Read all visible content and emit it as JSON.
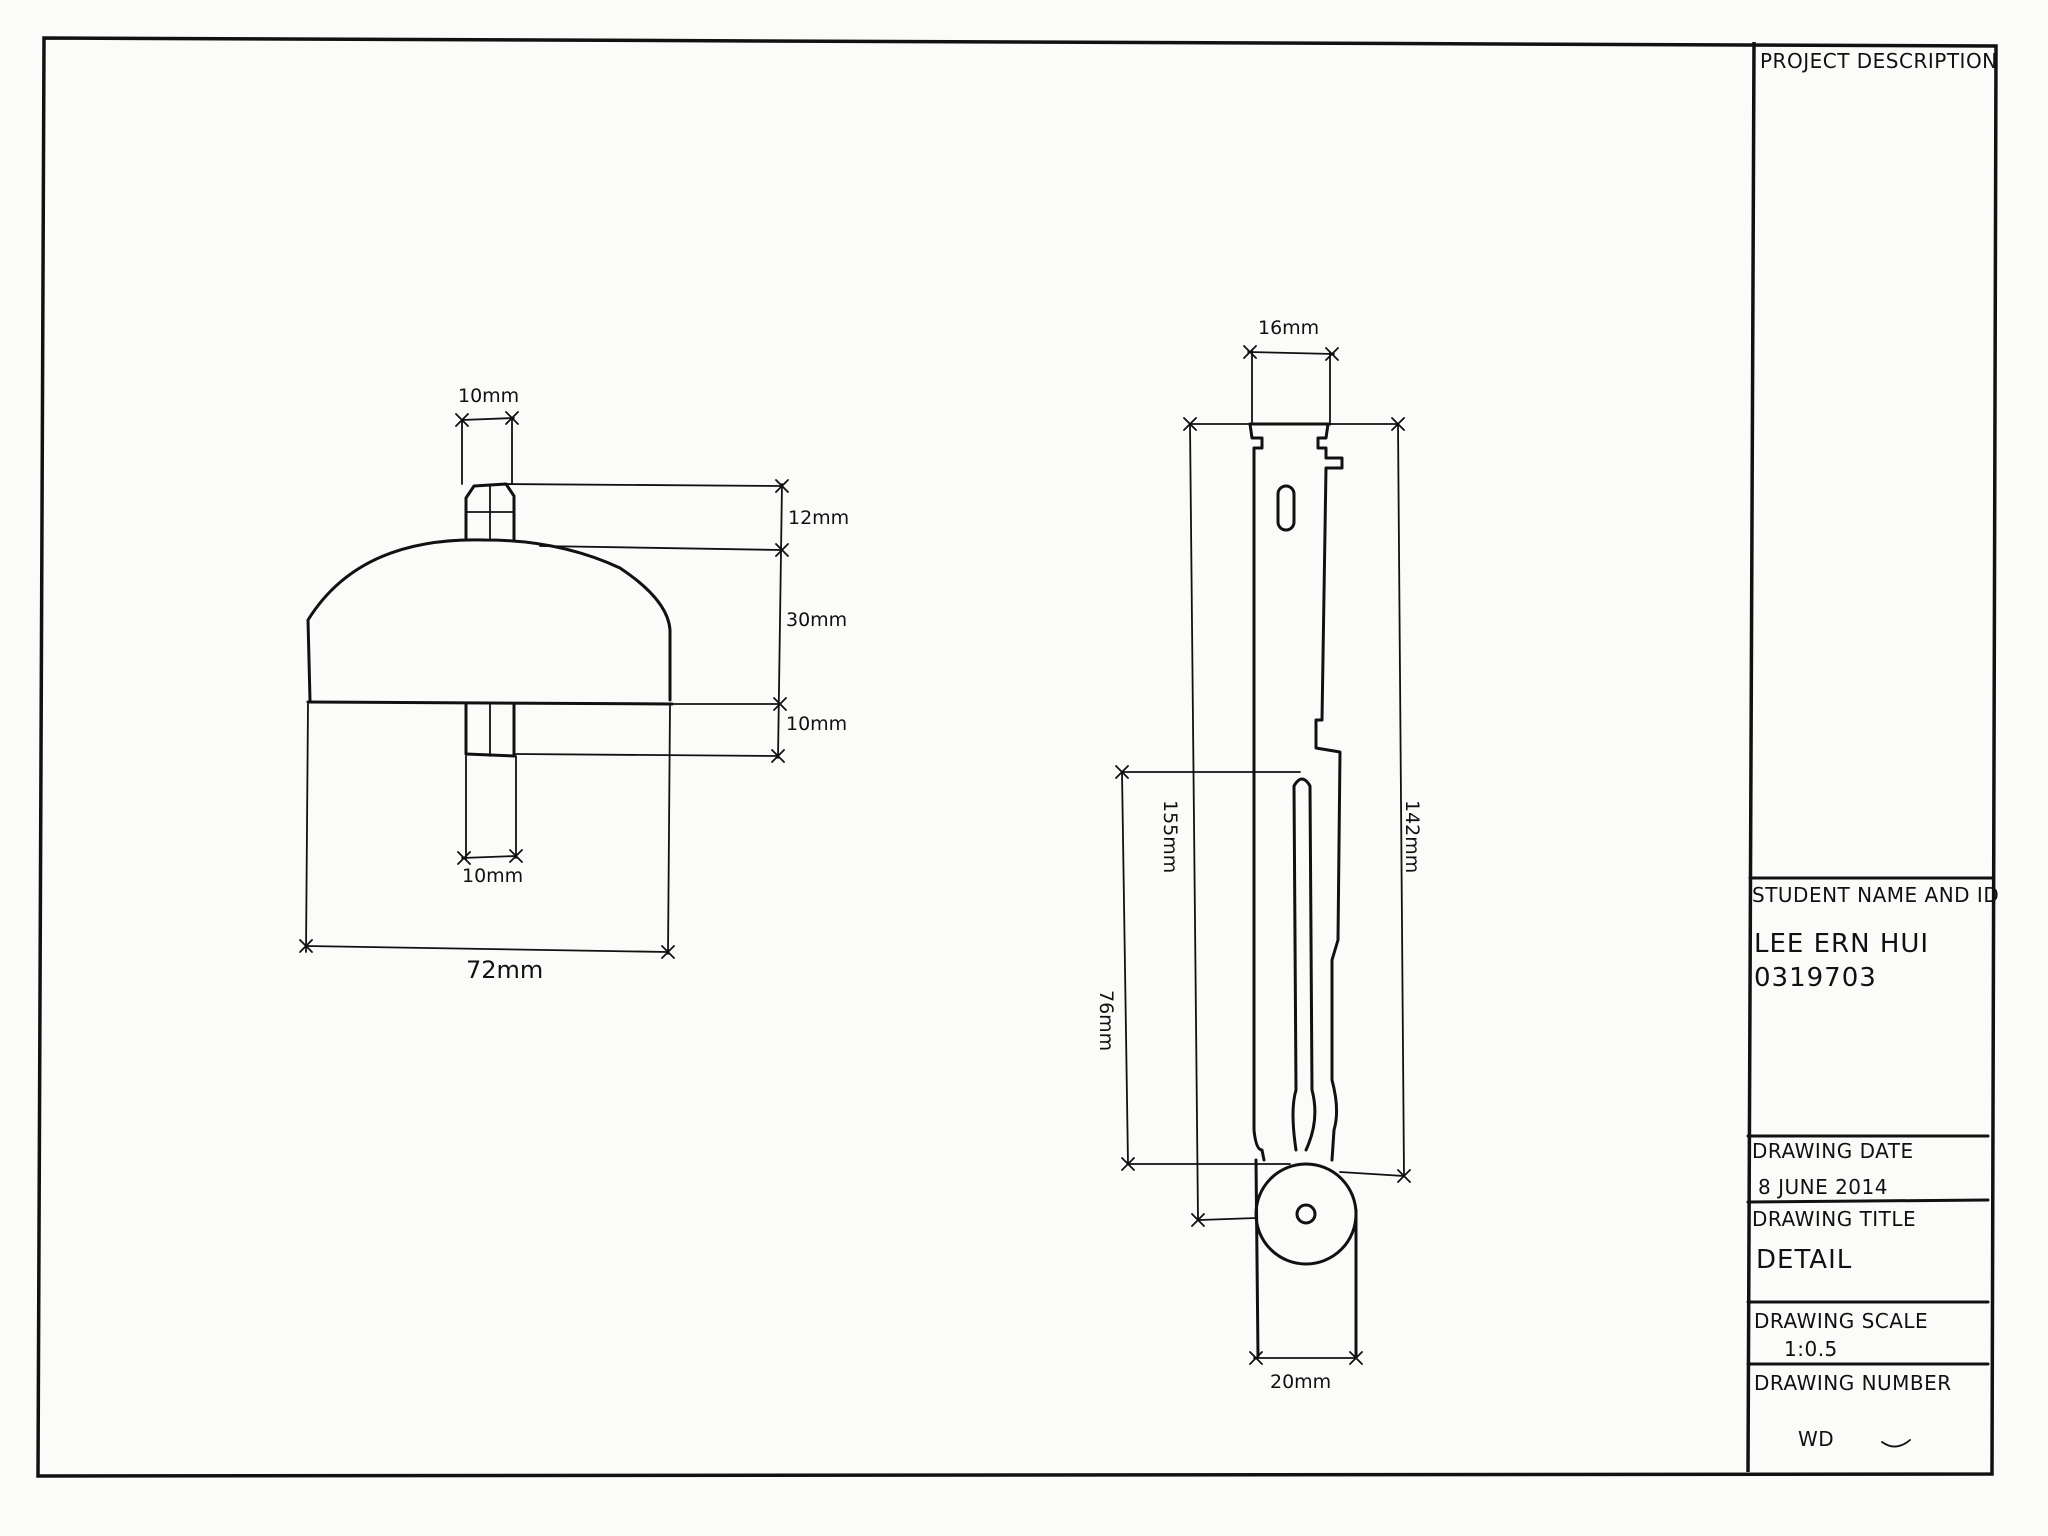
{
  "title_block": {
    "project_description": "PROJECT DESCRIPTION",
    "student_name_and_id": "STUDENT NAME AND ID",
    "student_name": "LEE ERN HUI",
    "student_id": "0319703",
    "drawing_date_label": "DRAWING DATE",
    "drawing_date": "8 JUNE 2014",
    "drawing_title_label": "DRAWING TITLE",
    "drawing_title": "DETAIL",
    "drawing_scale_label": "DRAWING SCALE",
    "drawing_scale": "1:0.5",
    "drawing_number_label": "DRAWING NUMBER",
    "drawing_number": "WD"
  },
  "left_view": {
    "dims": {
      "bolt_top_width": "10mm",
      "bolt_head_height": "12mm",
      "dome_height": "30mm",
      "bolt_bottom_height": "10mm",
      "bolt_bottom_width": "10mm",
      "base_width": "72mm"
    }
  },
  "right_view": {
    "dims": {
      "top_width": "16mm",
      "left_total": "155mm",
      "right_total": "142mm",
      "slot_length": "76mm",
      "bottom_width": "20mm"
    }
  }
}
